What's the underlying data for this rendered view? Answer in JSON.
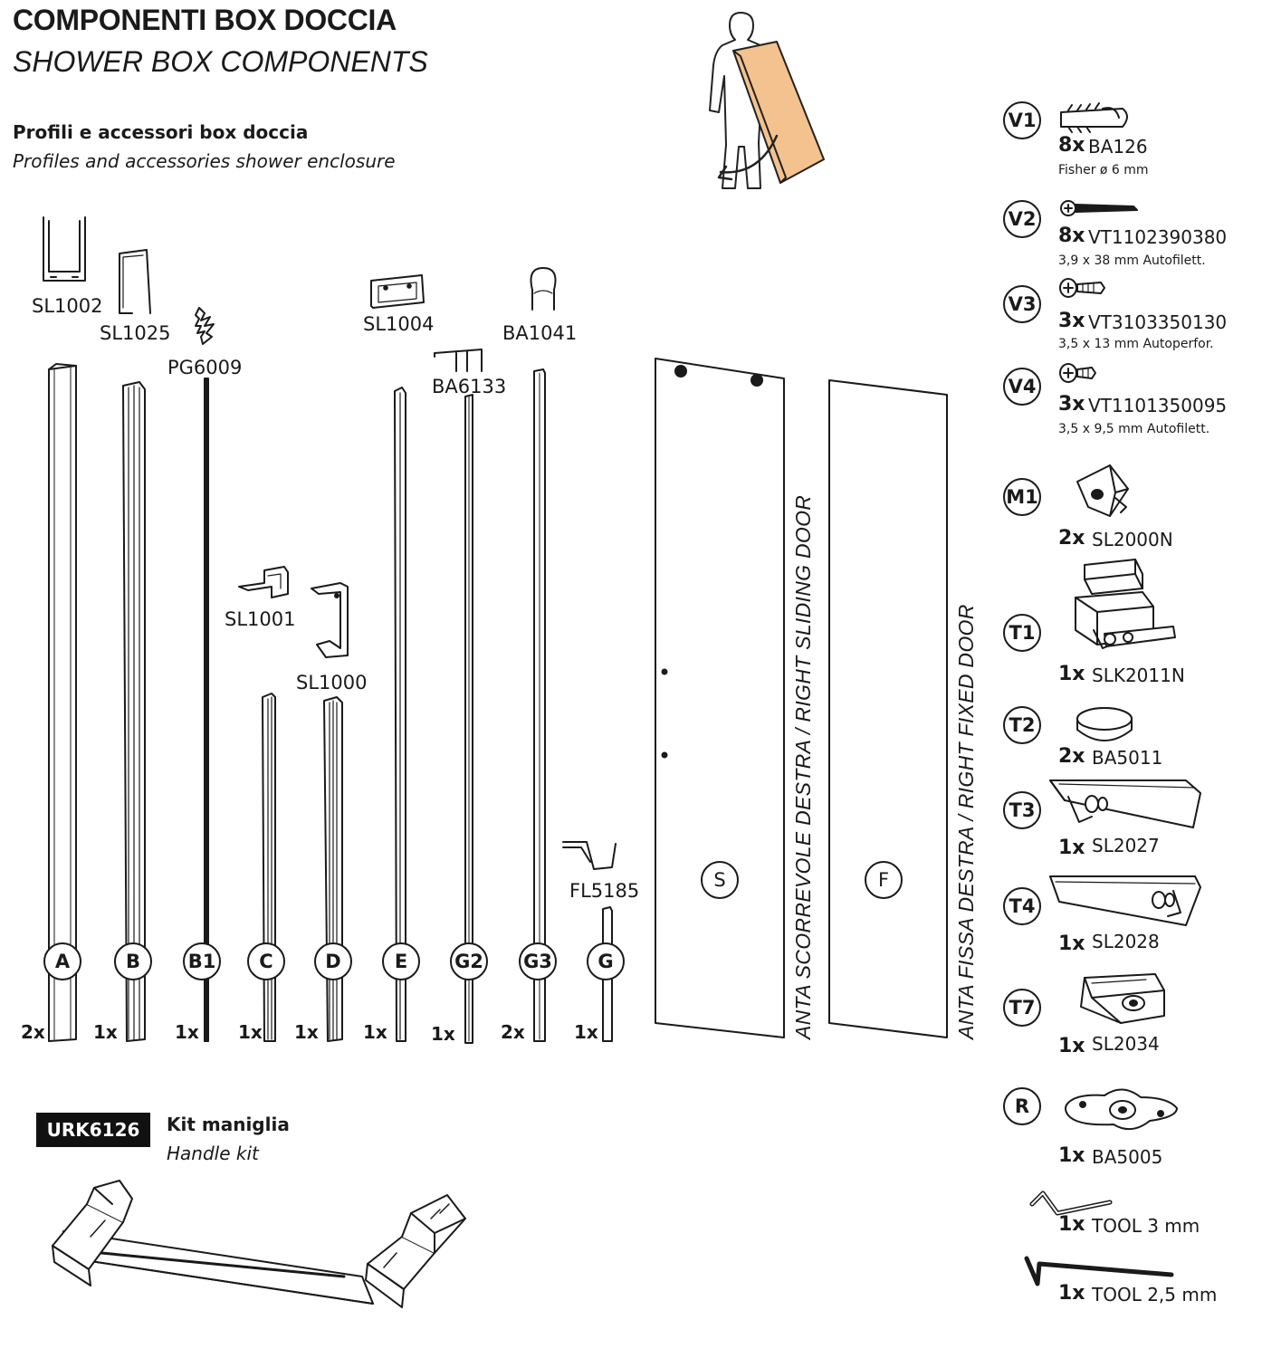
{
  "header": {
    "title_it": "COMPONENTI BOX DOCCIA",
    "title_en": "SHOWER BOX COMPONENTS",
    "subtitle_it": "Profili e accessori box doccia",
    "subtitle_en": "Profiles and accessories shower enclosure"
  },
  "profiles": [
    {
      "letter": "A",
      "code": "SL1002",
      "qty": "2x"
    },
    {
      "letter": "B",
      "code": "SL1025",
      "qty": "1x"
    },
    {
      "letter": "B1",
      "code": "PG6009",
      "qty": "1x"
    },
    {
      "letter": "C",
      "code": "SL1001",
      "qty": "1x"
    },
    {
      "letter": "D",
      "code": "SL1000",
      "qty": "1x"
    },
    {
      "letter": "E",
      "code": "SL1004",
      "qty": "1x"
    },
    {
      "letter": "G2",
      "code": "BA6133",
      "qty": "1x"
    },
    {
      "letter": "G3",
      "code": "BA1041",
      "qty": "2x"
    },
    {
      "letter": "G",
      "code": "FL5185",
      "qty": "1x"
    }
  ],
  "panels": [
    {
      "letter": "S",
      "label": "ANTA SCORREVOLE DESTRA / RIGHT SLIDING DOOR"
    },
    {
      "letter": "F",
      "label": "ANTA FISSA DESTRA / RIGHT FIXED DOOR"
    }
  ],
  "hardware": [
    {
      "id": "V1",
      "qty": "8x",
      "code": "BA126",
      "desc": "Fisher ø 6 mm"
    },
    {
      "id": "V2",
      "qty": "8x",
      "code": "VT1102390380",
      "desc": "3,9 x 38 mm Autofilett."
    },
    {
      "id": "V3",
      "qty": "3x",
      "code": "VT3103350130",
      "desc": "3,5 x 13 mm Autoperfor."
    },
    {
      "id": "V4",
      "qty": "3x",
      "code": "VT1101350095",
      "desc": "3,5 x 9,5 mm Autofilett."
    },
    {
      "id": "M1",
      "qty": "2x",
      "code": "SL2000N",
      "desc": ""
    },
    {
      "id": "T1",
      "qty": "1x",
      "code": "SLK2011N",
      "desc": ""
    },
    {
      "id": "T2",
      "qty": "2x",
      "code": "BA5011",
      "desc": ""
    },
    {
      "id": "T3",
      "qty": "1x",
      "code": "SL2027",
      "desc": ""
    },
    {
      "id": "T4",
      "qty": "1x",
      "code": "SL2028",
      "desc": ""
    },
    {
      "id": "T7",
      "qty": "1x",
      "code": "SL2034",
      "desc": ""
    },
    {
      "id": "R",
      "qty": "1x",
      "code": "BA5005",
      "desc": ""
    }
  ],
  "tools": [
    {
      "qty": "1x",
      "label": "TOOL 3 mm"
    },
    {
      "qty": "1x",
      "label": "TOOL 2,5 mm"
    }
  ],
  "kit": {
    "code": "URK6126",
    "name_it": "Kit maniglia",
    "name_en": "Handle kit"
  },
  "colors": {
    "ink": "#1a1a1a",
    "panel_accent": "#f4c28e",
    "background": "#ffffff"
  }
}
